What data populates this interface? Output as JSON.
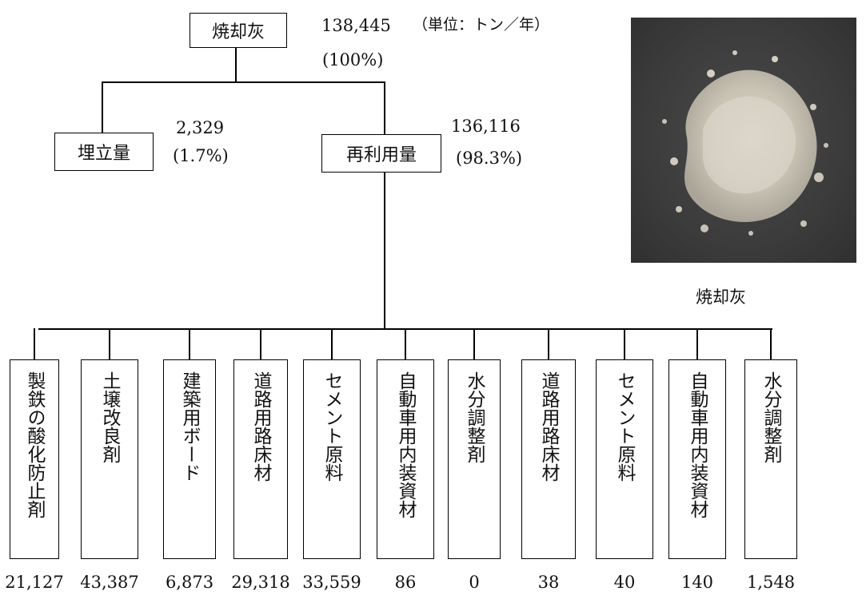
{
  "top": {
    "label": "焼却灰",
    "amount": "138,445",
    "pct": "(100%)",
    "unit": "（単位：トン／年）"
  },
  "landfill": {
    "label": "埋立量",
    "amount": "2,329",
    "pct": "(1.7%)"
  },
  "reuse": {
    "label": "再利用量",
    "amount": "136,116",
    "pct": "(98.3%)"
  },
  "photo_caption": "焼却灰",
  "uses": [
    {
      "label": "製鉄の酸化防止剤",
      "value": "21,127"
    },
    {
      "label": "土壌改良剤",
      "value": "43,387"
    },
    {
      "label": "建築用ボード",
      "value": "6,873"
    },
    {
      "label": "道路用路床材",
      "value": "29,318"
    },
    {
      "label": "セメント原料",
      "value": "33,559"
    },
    {
      "label": "自動車用内装資材",
      "value": "86"
    },
    {
      "label": "水分調整剤",
      "value": "0"
    },
    {
      "label": "道路用路床材",
      "value": "38"
    },
    {
      "label": "セメント原料",
      "value": "40"
    },
    {
      "label": "自動車用内装資材",
      "value": "140"
    },
    {
      "label": "水分調整剤",
      "value": "1,548"
    }
  ]
}
